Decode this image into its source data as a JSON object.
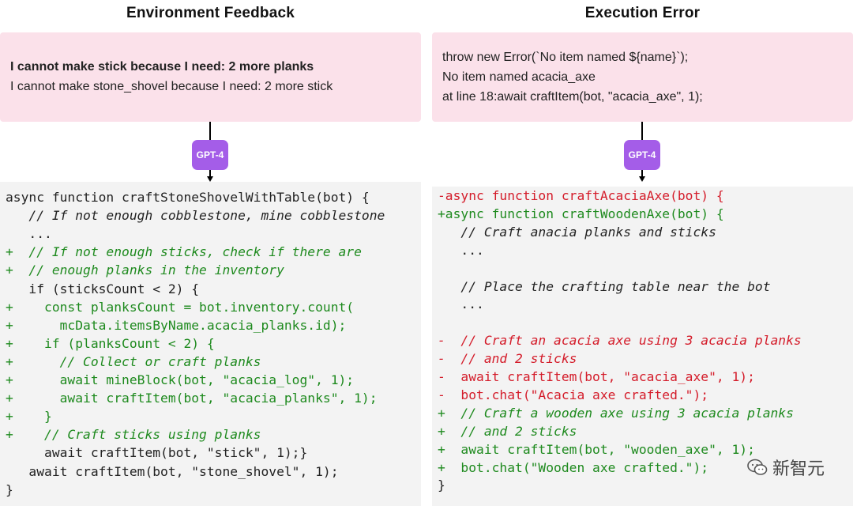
{
  "left": {
    "title": "Environment Feedback",
    "feedback": [
      {
        "text": "I cannot make stick because I need:  2 more planks",
        "bold": true
      },
      {
        "text": "I cannot make stone_shovel because I need:  2 more stick",
        "bold": false
      }
    ],
    "badge": "GPT-4",
    "code": [
      {
        "text": "async function craftStoneShovelWithTable(bot) {",
        "type": "normal",
        "italic": false
      },
      {
        "text": "   // If not enough cobblestone, mine cobblestone",
        "type": "normal",
        "italic": true
      },
      {
        "text": "   ...",
        "type": "normal",
        "italic": false
      },
      {
        "text": "+  // If not enough sticks, check if there are",
        "type": "add",
        "italic": true
      },
      {
        "text": "+  // enough planks in the inventory",
        "type": "add",
        "italic": true
      },
      {
        "text": "   if (sticksCount < 2) {",
        "type": "normal",
        "italic": false
      },
      {
        "text": "+    const planksCount = bot.inventory.count(",
        "type": "add",
        "italic": false
      },
      {
        "text": "+      mcData.itemsByName.acacia_planks.id);",
        "type": "add",
        "italic": false
      },
      {
        "text": "+    if (planksCount < 2) {",
        "type": "add",
        "italic": false
      },
      {
        "text": "+      // Collect or craft planks",
        "type": "add",
        "italic": true
      },
      {
        "text": "+      await mineBlock(bot, \"acacia_log\", 1);",
        "type": "add",
        "italic": false
      },
      {
        "text": "+      await craftItem(bot, \"acacia_planks\", 1);",
        "type": "add",
        "italic": false
      },
      {
        "text": "+    }",
        "type": "add",
        "italic": false
      },
      {
        "text": "+    // Craft sticks using planks",
        "type": "add",
        "italic": true
      },
      {
        "text": "     await craftItem(bot, \"stick\", 1);}",
        "type": "normal",
        "italic": false
      },
      {
        "text": "   await craftItem(bot, \"stone_shovel\", 1);",
        "type": "normal",
        "italic": false
      },
      {
        "text": "}",
        "type": "normal",
        "italic": false
      }
    ]
  },
  "right": {
    "title": "Execution Error",
    "feedback": [
      {
        "text": "throw new Error(`No item named ${name}`);",
        "bold": false
      },
      {
        "text": "No item named acacia_axe",
        "bold": false
      },
      {
        "text": "at line 18:await craftItem(bot, \"acacia_axe\", 1);",
        "bold": false
      }
    ],
    "badge": "GPT-4",
    "code": [
      {
        "text": "-async function craftAcaciaAxe(bot) {",
        "type": "del",
        "italic": false
      },
      {
        "text": "+async function craftWoodenAxe(bot) {",
        "type": "add",
        "italic": false
      },
      {
        "text": "   // Craft anacia planks and sticks",
        "type": "normal",
        "italic": true
      },
      {
        "text": "   ...",
        "type": "normal",
        "italic": false
      },
      {
        "text": "",
        "type": "normal",
        "italic": false
      },
      {
        "text": "   // Place the crafting table near the bot",
        "type": "normal",
        "italic": true
      },
      {
        "text": "   ...",
        "type": "normal",
        "italic": false
      },
      {
        "text": "",
        "type": "normal",
        "italic": false
      },
      {
        "text": "-  // Craft an acacia axe using 3 acacia planks",
        "type": "del",
        "italic": true
      },
      {
        "text": "-  // and 2 sticks",
        "type": "del",
        "italic": true
      },
      {
        "text": "-  await craftItem(bot, \"acacia_axe\", 1);",
        "type": "del",
        "italic": false
      },
      {
        "text": "-  bot.chat(\"Acacia axe crafted.\");",
        "type": "del",
        "italic": false
      },
      {
        "text": "+  // Craft a wooden axe using 3 acacia planks",
        "type": "add",
        "italic": true
      },
      {
        "text": "+  // and 2 sticks",
        "type": "add",
        "italic": true
      },
      {
        "text": "+  await craftItem(bot, \"wooden_axe\", 1);",
        "type": "add",
        "italic": false
      },
      {
        "text": "+  bot.chat(\"Wooden axe crafted.\");",
        "type": "add",
        "italic": false
      },
      {
        "text": "}",
        "type": "normal",
        "italic": false
      }
    ]
  },
  "watermark": "新智元"
}
